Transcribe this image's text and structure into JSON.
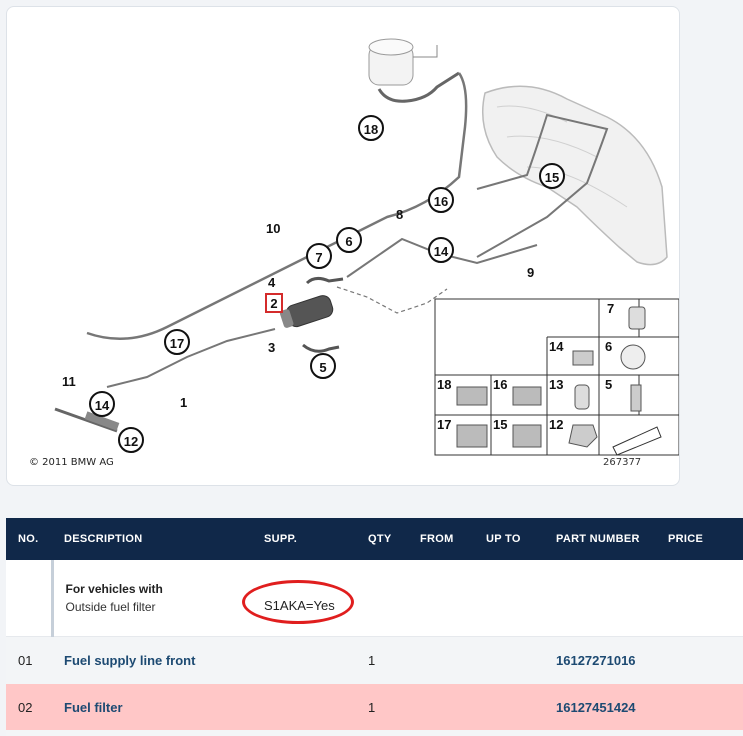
{
  "diagram": {
    "copyright": "© 2011 BMW AG",
    "diagram_id": "267377",
    "callouts": [
      "18",
      "16",
      "15",
      "14",
      "9",
      "8",
      "10",
      "7",
      "6",
      "4",
      "2",
      "3",
      "5",
      "17",
      "1",
      "11",
      "14",
      "12"
    ],
    "legend": [
      "7",
      "14",
      "6",
      "18",
      "16",
      "13",
      "5",
      "17",
      "15",
      "12"
    ]
  },
  "table": {
    "headers": [
      "NO.",
      "DESCRIPTION",
      "SUPP.",
      "QTY",
      "FROM",
      "UP TO",
      "PART NUMBER",
      "PRICE"
    ],
    "condition": {
      "title": "For vehicles with",
      "subtitle": "Outside fuel filter",
      "supp": "S1AKA=Yes"
    },
    "rows": [
      {
        "no": "01",
        "description": "Fuel supply line front",
        "qty": "1",
        "part_number": "16127271016"
      },
      {
        "no": "02",
        "description": "Fuel filter",
        "qty": "1",
        "part_number": "16127451424"
      }
    ]
  },
  "colors": {
    "header_bg": "#102849",
    "link": "#1d4a72",
    "highlight_row": "#ffc7c7",
    "annotation_red": "#e01e1e"
  }
}
